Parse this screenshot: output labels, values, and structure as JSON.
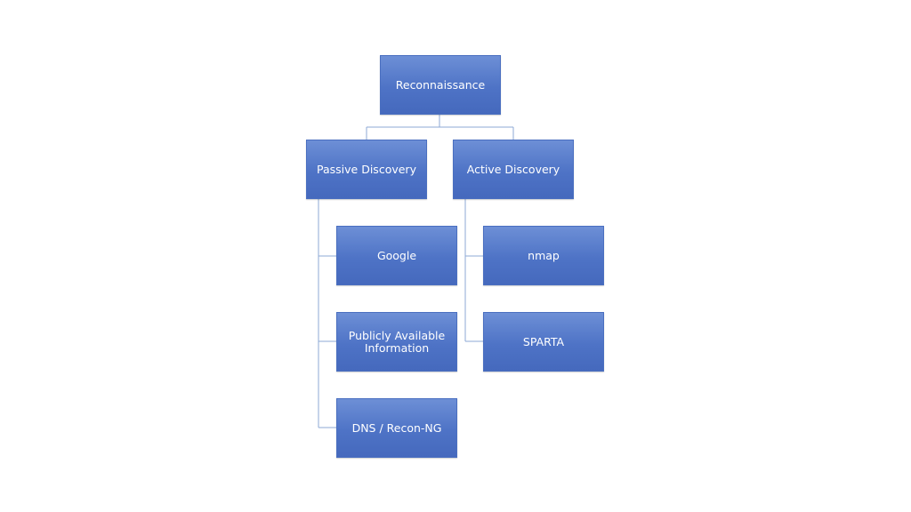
{
  "diagram": {
    "root": {
      "label": "Reconnaissance"
    },
    "branches": [
      {
        "label": "Passive Discovery",
        "children": [
          "Google",
          "Publicly Available Information",
          "DNS / Recon-NG"
        ]
      },
      {
        "label": "Active Discovery",
        "children": [
          "nmap",
          "SPARTA"
        ]
      }
    ]
  },
  "colors": {
    "node_fill": "#4e73c6",
    "node_text": "#ffffff",
    "connector": "#8eaad6",
    "background": "#ffffff"
  }
}
